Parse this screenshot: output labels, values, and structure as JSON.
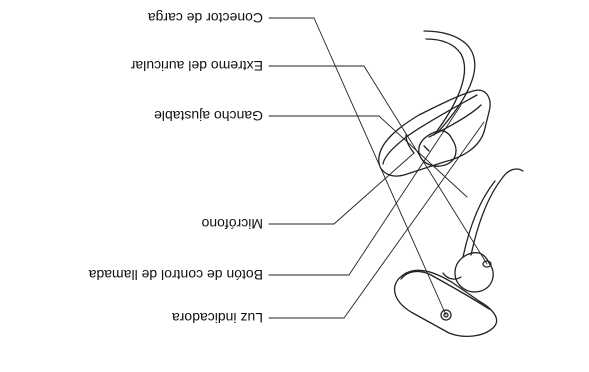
{
  "diagram": {
    "callouts": [
      {
        "id": "charge-connector",
        "label": "Conector de carga"
      },
      {
        "id": "earpiece-tip",
        "label": "Extremo del auricular"
      },
      {
        "id": "adjustable-hook",
        "label": "Gancho ajustable"
      },
      {
        "id": "microphone",
        "label": "Micrófono"
      },
      {
        "id": "call-control-button",
        "label": "Botón de control de llamada"
      },
      {
        "id": "indicator-light",
        "label": "Luz indicadora"
      }
    ],
    "orientation": "rotated 180 degrees (upside down)",
    "line_color": "#222222"
  }
}
